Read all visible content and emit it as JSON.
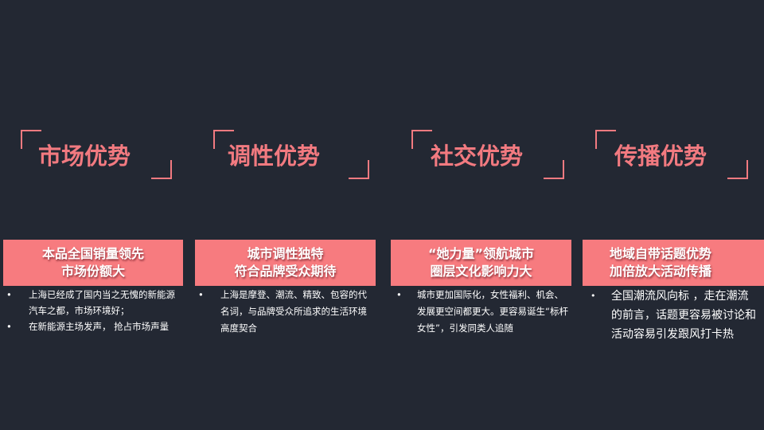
{
  "slide": {
    "background": "#232833",
    "accent": "#f27a80",
    "banner_color": "#f77b7f",
    "columns": [
      {
        "title": "市场优势",
        "banner_lines": [
          "本品全国销量领先",
          "市场份额大"
        ],
        "bullets": [
          "上海已经成了国内当之无愧的新能源汽车之都，市场环境好；",
          "在新能源主场发声， 抢占市场声量"
        ]
      },
      {
        "title": "调性优势",
        "banner_lines": [
          "城市调性独特",
          "符合品牌受众期待"
        ],
        "bullets": [
          "上海是摩登、潮流、精致、包容的代名词，与品牌受众所追求的生活环境高度契合"
        ]
      },
      {
        "title": "社交优势",
        "banner_lines": [
          "“她力量”领航城市",
          "圈层文化影响力大"
        ],
        "bullets": [
          "城市更加国际化，女性福利、机会、发展更空间都更大。更容易诞生“标杆女性”，引发同类人追随"
        ]
      },
      {
        "title": "传播优势",
        "banner_lines": [
          "地域自带话题优势",
          "加倍放大活动传播"
        ],
        "bullets": [
          "全国潮流风向标 ，走在潮流的前言，话题更容易被讨论和活动容易引发跟风打卡热"
        ]
      }
    ],
    "bullet_glyph": "•"
  }
}
